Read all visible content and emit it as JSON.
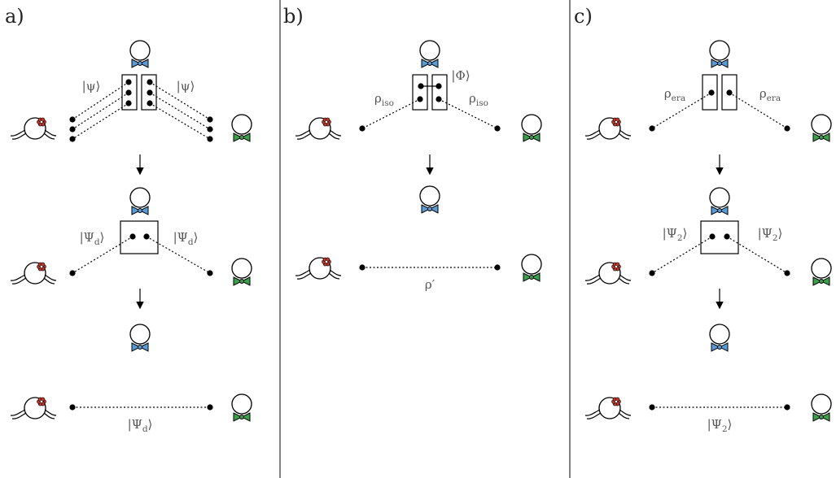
{
  "figure": {
    "panels": [
      {
        "id": "a",
        "label": "a)",
        "stages": [
          {
            "left_label": "|ψ⟩",
            "right_label": "|ψ⟩"
          },
          {
            "left_label": "|Ψ",
            "left_sub": "d",
            "right_label": "|Ψ",
            "right_sub": "d"
          },
          {
            "bottom_label": "|Ψ",
            "bottom_sub": "d"
          }
        ]
      },
      {
        "id": "b",
        "label": "b)",
        "stages": [
          {
            "left_label": "ρ",
            "left_sub": "iso",
            "right_label": "ρ",
            "right_sub": "iso",
            "top_label": "|Φ⟩"
          },
          {
            "bottom_label": "ρ′"
          }
        ]
      },
      {
        "id": "c",
        "label": "c)",
        "stages": [
          {
            "left_label": "ρ",
            "left_sub": "era",
            "right_label": "ρ",
            "right_sub": "era"
          },
          {
            "left_label": "|Ψ",
            "left_sub": "2",
            "right_label": "|Ψ",
            "right_sub": "2"
          },
          {
            "bottom_label": "|Ψ",
            "bottom_sub": "2"
          }
        ]
      }
    ],
    "colors": {
      "charlie_bowtie": "#5b9bd5",
      "bob_bowtie": "#3aa14a",
      "alice_flower": "#c0392b",
      "line": "#000000",
      "label": "#555555"
    },
    "icons": [
      "alice-icon",
      "charlie-icon",
      "bob-icon",
      "down-arrow-icon"
    ]
  }
}
